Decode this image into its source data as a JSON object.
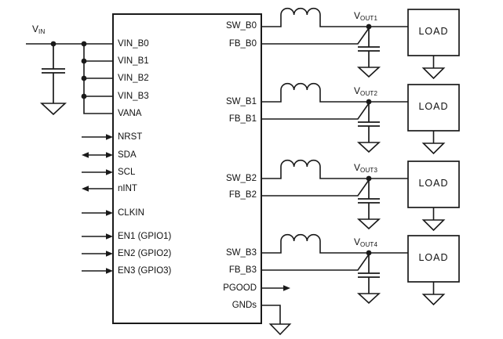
{
  "diagram": {
    "input_net": {
      "main": "V",
      "sub": "IN"
    },
    "ic": {
      "left_pins": [
        {
          "label": "VIN_B0"
        },
        {
          "label": "VIN_B1"
        },
        {
          "label": "VIN_B2"
        },
        {
          "label": "VIN_B3"
        },
        {
          "label": "VANA"
        },
        {
          "label": "NRST"
        },
        {
          "label": "SDA"
        },
        {
          "label": "SCL"
        },
        {
          "label": "nINT"
        },
        {
          "label": "CLKIN"
        },
        {
          "label": "EN1 (GPIO1)"
        },
        {
          "label": "EN2 (GPIO2)"
        },
        {
          "label": "EN3 (GPIO3)"
        }
      ],
      "right_pins": [
        {
          "label": "SW_B0"
        },
        {
          "label": "FB_B0"
        },
        {
          "label": "SW_B1"
        },
        {
          "label": "FB_B1"
        },
        {
          "label": "SW_B2"
        },
        {
          "label": "FB_B2"
        },
        {
          "label": "SW_B3"
        },
        {
          "label": "FB_B3"
        },
        {
          "label": "PGOOD"
        },
        {
          "label": "GNDs"
        }
      ]
    },
    "outputs": [
      {
        "net_main": "V",
        "net_sub": "OUT1",
        "load_label": "LOAD"
      },
      {
        "net_main": "V",
        "net_sub": "OUT2",
        "load_label": "LOAD"
      },
      {
        "net_main": "V",
        "net_sub": "OUT3",
        "load_label": "LOAD"
      },
      {
        "net_main": "V",
        "net_sub": "OUT4",
        "load_label": "LOAD"
      }
    ],
    "symbols": {
      "ground-icon": "open downward triangle",
      "inductor-icon": "three-hump coil",
      "capacitor-icon": "two parallel plates",
      "junction-dot-icon": "filled circle",
      "signal-arrow-icon": "filled arrowhead"
    },
    "colors": {
      "line": "#1a1a1a",
      "background": "#ffffff",
      "text": "#111111"
    }
  }
}
